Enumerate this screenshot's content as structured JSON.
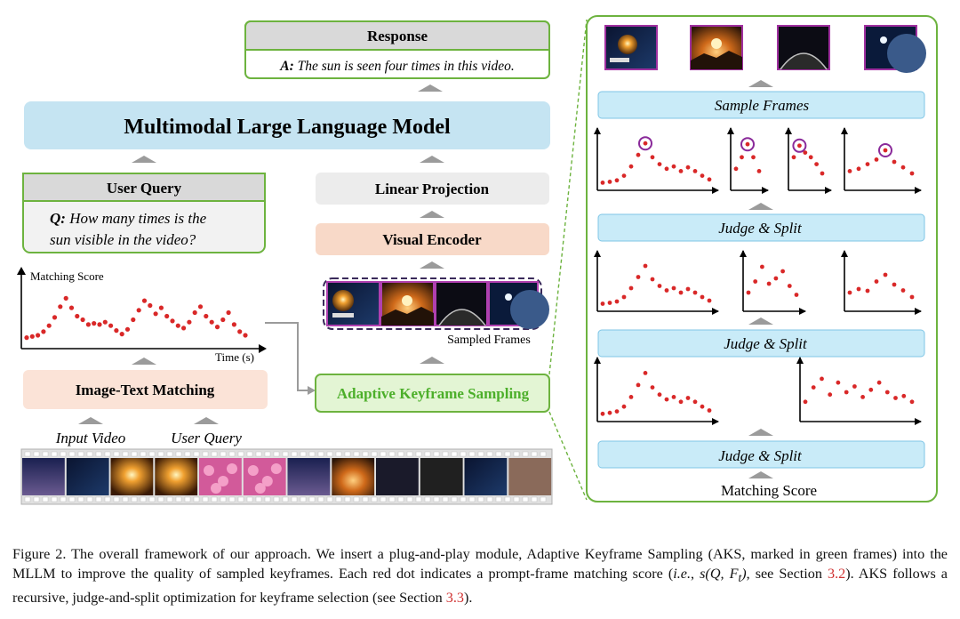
{
  "response": {
    "header": "Response",
    "answer_prefix": "A:",
    "answer_text": " The sun is seen four times in this video."
  },
  "mllm": {
    "title": "Multimodal Large Language Model"
  },
  "user_query_box": {
    "header": "User Query",
    "question_prefix": "Q:",
    "question_line1": " How many times is the",
    "question_line2": "sun visible in the video?"
  },
  "linear_projection": {
    "label": "Linear Projection"
  },
  "visual_encoder": {
    "label": "Visual Encoder"
  },
  "sampled_frames_label": "Sampled Frames",
  "score_plot": {
    "ylabel": "Matching Score",
    "xlabel": "Time (s)"
  },
  "image_text_matching": {
    "label": "Image-Text Matching"
  },
  "aks": {
    "label": "Adaptive Keyframe Sampling"
  },
  "inputs": {
    "input_video": "Input Video",
    "user_query": "User Query"
  },
  "right_panel": {
    "sample_frames": "Sample Frames",
    "judge_split_1": "Judge & Split",
    "judge_split_2": "Judge & Split",
    "judge_split_3": "Judge & Split",
    "matching_score": "Matching Score"
  },
  "colors": {
    "green_border": "#6db33f",
    "green_text": "#4caf2a",
    "aks_fill": "#e3f5d4",
    "header_gray": "#d9d9d9",
    "mllm_blue": "#c5e4f2",
    "encoder_peach": "#f8d9c8",
    "matching_peach": "#fbe3d7",
    "panel_blue": "#c9ebf8",
    "dot_red": "#d92828",
    "circle_purple": "#8a2a9a",
    "arrow_gray": "#9b9b9b"
  },
  "chart_data": [
    {
      "type": "scatter",
      "title": "",
      "xlabel": "Time (s)",
      "ylabel": "Matching Score",
      "x": [
        1,
        2,
        3,
        4,
        5,
        6,
        7,
        8,
        9,
        10,
        11,
        12,
        13,
        14,
        15,
        16,
        17,
        18,
        19,
        20,
        21,
        22,
        23,
        24,
        25,
        26,
        27,
        28,
        29,
        30,
        31,
        32,
        33,
        34,
        35,
        36,
        37,
        38,
        39,
        40
      ],
      "y": [
        0.08,
        0.1,
        0.12,
        0.18,
        0.28,
        0.42,
        0.6,
        0.74,
        0.58,
        0.44,
        0.38,
        0.3,
        0.32,
        0.3,
        0.34,
        0.28,
        0.2,
        0.14,
        0.22,
        0.38,
        0.54,
        0.7,
        0.62,
        0.48,
        0.58,
        0.44,
        0.36,
        0.28,
        0.24,
        0.34,
        0.5,
        0.6,
        0.44,
        0.34,
        0.26,
        0.38,
        0.5,
        0.3,
        0.18,
        0.12
      ]
    }
  ],
  "caption": {
    "p1": "Figure 2.  The overall framework of our approach.  We insert a plug-and-play module, Adaptive Keyframe Sampling (AKS, marked in green frames) into the MLLM to improve the quality of sampled keyframes.  Each red dot indicates a prompt-frame matching score (",
    "ie": "i.e.",
    "p2": ", ",
    "formula": "s(Q, F",
    "formula_sub": "t",
    "formula_end": ")",
    "p3": ", see Section ",
    "sec1": "3.2",
    "p4": ").  AKS follows a recursive, judge-and-split optimization for keyframe selection (see Section ",
    "sec2": "3.3",
    "p5": ")."
  }
}
